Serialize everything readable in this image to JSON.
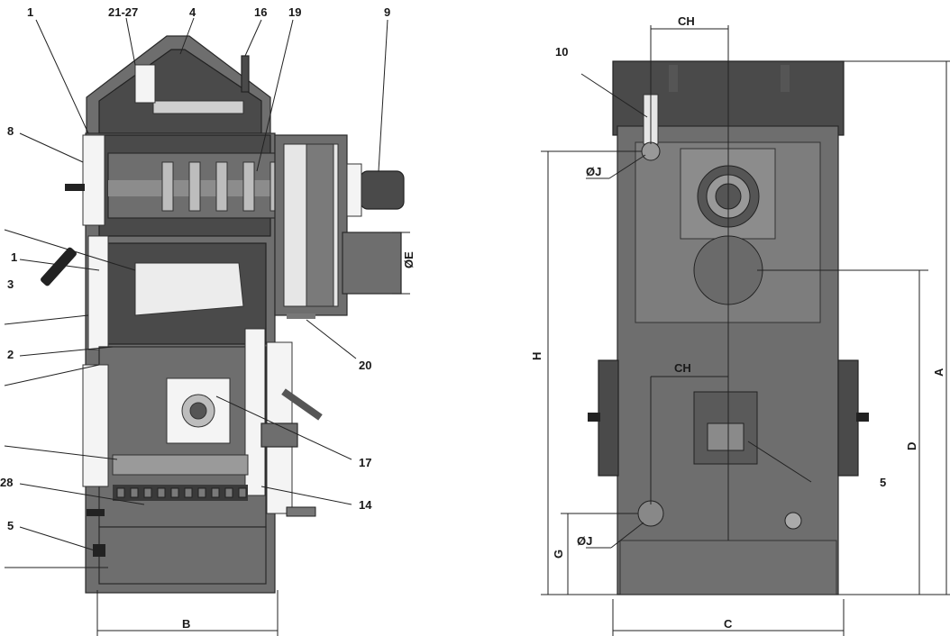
{
  "left_view": {
    "callouts": [
      {
        "id": "c1a",
        "text": "1"
      },
      {
        "id": "c2127",
        "text": "21-27"
      },
      {
        "id": "c4",
        "text": "4"
      },
      {
        "id": "c16",
        "text": "16"
      },
      {
        "id": "c19",
        "text": "19"
      },
      {
        "id": "c9",
        "text": "9"
      },
      {
        "id": "c8",
        "text": "8"
      },
      {
        "id": "c1b",
        "text": "1"
      },
      {
        "id": "c3",
        "text": "3"
      },
      {
        "id": "c2",
        "text": "2"
      },
      {
        "id": "c20",
        "text": "20"
      },
      {
        "id": "c17",
        "text": "17"
      },
      {
        "id": "c28",
        "text": "28"
      },
      {
        "id": "c14",
        "text": "14"
      },
      {
        "id": "c5",
        "text": "5"
      }
    ],
    "diam_E": "ØE",
    "dim_B": "B"
  },
  "right_view": {
    "callouts": [
      {
        "id": "r10",
        "text": "10"
      },
      {
        "id": "r5",
        "text": "5"
      }
    ],
    "dim_CH_top": "CH",
    "dim_CH_mid": "CH",
    "diam_J_top": "ØJ",
    "diam_J_bottom": "ØJ",
    "dim_H": "H",
    "dim_A": "A",
    "dim_D": "D",
    "dim_G": "G",
    "dim_C": "C"
  },
  "colors": {
    "body": "#6e6e6e",
    "dark": "#4a4a4a",
    "light": "#e6e6e6"
  }
}
